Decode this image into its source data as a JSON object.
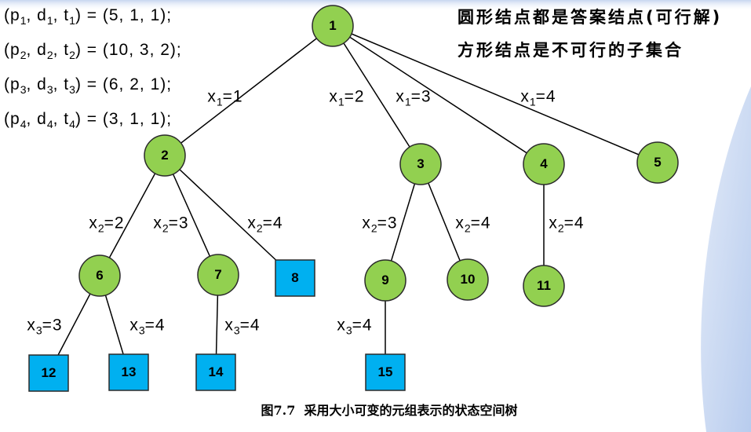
{
  "legend": {
    "circle_note": "圆形结点都是答案结点(可行解)",
    "square_note": "方形结点是不可行的子集合"
  },
  "parameters": [
    {
      "parts": [
        {
          "text": "(p"
        },
        {
          "text": "1",
          "sub": true
        },
        {
          "text": ", d"
        },
        {
          "text": "1",
          "sub": true
        },
        {
          "text": ", t"
        },
        {
          "text": "1",
          "sub": true
        },
        {
          "text": ") = (5, 1, 1);"
        }
      ]
    },
    {
      "parts": [
        {
          "text": "(p"
        },
        {
          "text": "2",
          "sub": true
        },
        {
          "text": ", d"
        },
        {
          "text": "2",
          "sub": true
        },
        {
          "text": ", t"
        },
        {
          "text": "2",
          "sub": true
        },
        {
          "text": ") = (10, 3, 2);"
        }
      ]
    },
    {
      "parts": [
        {
          "text": "(p"
        },
        {
          "text": "3",
          "sub": true
        },
        {
          "text": ", d"
        },
        {
          "text": "3",
          "sub": true
        },
        {
          "text": ", t"
        },
        {
          "text": "3",
          "sub": true
        },
        {
          "text": ") = (6, 2, 1);"
        }
      ]
    },
    {
      "parts": [
        {
          "text": "(p"
        },
        {
          "text": "4",
          "sub": true
        },
        {
          "text": ", d"
        },
        {
          "text": "4",
          "sub": true
        },
        {
          "text": ", t"
        },
        {
          "text": "4",
          "sub": true
        },
        {
          "text": ") = (3, 1, 1);"
        }
      ]
    }
  ],
  "nodes": [
    {
      "id": "1",
      "feasible": true
    },
    {
      "id": "2",
      "feasible": true
    },
    {
      "id": "3",
      "feasible": true
    },
    {
      "id": "4",
      "feasible": true
    },
    {
      "id": "5",
      "feasible": true
    },
    {
      "id": "6",
      "feasible": true
    },
    {
      "id": "7",
      "feasible": true
    },
    {
      "id": "8",
      "feasible": false
    },
    {
      "id": "9",
      "feasible": true
    },
    {
      "id": "10",
      "feasible": true
    },
    {
      "id": "11",
      "feasible": true
    },
    {
      "id": "12",
      "feasible": false
    },
    {
      "id": "13",
      "feasible": false
    },
    {
      "id": "14",
      "feasible": false
    },
    {
      "id": "15",
      "feasible": false
    }
  ],
  "edges": [
    {
      "from": "1",
      "to": "2",
      "label": [
        {
          "text": "x"
        },
        {
          "text": "1",
          "sub": true
        },
        {
          "text": "=1"
        }
      ]
    },
    {
      "from": "1",
      "to": "3",
      "label": [
        {
          "text": "x"
        },
        {
          "text": "1",
          "sub": true
        },
        {
          "text": "=2"
        }
      ]
    },
    {
      "from": "1",
      "to": "4",
      "label": [
        {
          "text": "x"
        },
        {
          "text": "1",
          "sub": true
        },
        {
          "text": "=3"
        }
      ]
    },
    {
      "from": "1",
      "to": "5",
      "label": [
        {
          "text": "x"
        },
        {
          "text": "1",
          "sub": true
        },
        {
          "text": "=4"
        }
      ]
    },
    {
      "from": "2",
      "to": "6",
      "label": [
        {
          "text": "x"
        },
        {
          "text": "2",
          "sub": true
        },
        {
          "text": "=2"
        }
      ]
    },
    {
      "from": "2",
      "to": "7",
      "label": [
        {
          "text": "x"
        },
        {
          "text": "2",
          "sub": true
        },
        {
          "text": "=3"
        }
      ]
    },
    {
      "from": "2",
      "to": "8",
      "label": [
        {
          "text": "x"
        },
        {
          "text": "2",
          "sub": true
        },
        {
          "text": "=4"
        }
      ]
    },
    {
      "from": "3",
      "to": "9",
      "label": [
        {
          "text": "x"
        },
        {
          "text": "2",
          "sub": true
        },
        {
          "text": "=3"
        }
      ]
    },
    {
      "from": "3",
      "to": "10",
      "label": [
        {
          "text": "x"
        },
        {
          "text": "2",
          "sub": true
        },
        {
          "text": "=4"
        }
      ]
    },
    {
      "from": "4",
      "to": "11",
      "label": [
        {
          "text": "x"
        },
        {
          "text": "2",
          "sub": true
        },
        {
          "text": "=4"
        }
      ]
    },
    {
      "from": "6",
      "to": "12",
      "label": [
        {
          "text": "x"
        },
        {
          "text": "3",
          "sub": true
        },
        {
          "text": "=3"
        }
      ]
    },
    {
      "from": "6",
      "to": "13",
      "label": [
        {
          "text": "x"
        },
        {
          "text": "3",
          "sub": true
        },
        {
          "text": "=4"
        }
      ]
    },
    {
      "from": "7",
      "to": "14",
      "label": [
        {
          "text": "x"
        },
        {
          "text": "3",
          "sub": true
        },
        {
          "text": "=4"
        }
      ]
    },
    {
      "from": "9",
      "to": "15",
      "label": [
        {
          "text": "x"
        },
        {
          "text": "3",
          "sub": true
        },
        {
          "text": "=4"
        }
      ]
    }
  ],
  "caption": "图7.7  采用大小可变的元组表示的状态空间树",
  "colors": {
    "answer_node": "#92D050",
    "infeasible_node": "#00B0F0",
    "outline": "#2b2b2b",
    "edge": "#000000"
  }
}
